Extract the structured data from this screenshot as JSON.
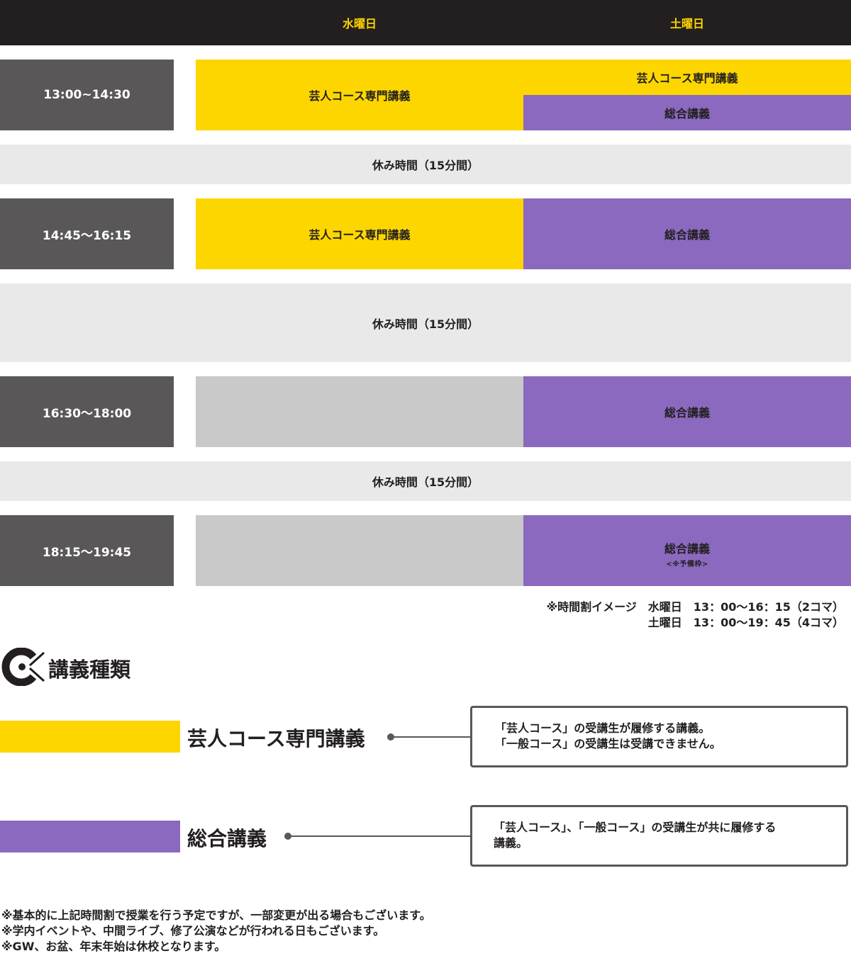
{
  "header": {
    "wednesday": "水曜日",
    "saturday": "土曜日"
  },
  "schedule": {
    "slot1": {
      "time": "13:00~14:30",
      "wednesday": "芸人コース専門講義",
      "saturday_top": "芸人コース専門講義",
      "saturday_bottom": "総合講義"
    },
    "break1": "休み時間（15分間）",
    "slot2": {
      "time": "14:45〜16:15",
      "wednesday": "芸人コース専門講義",
      "saturday": "総合講義"
    },
    "break2": "休み時間（15分間）",
    "slot3": {
      "time": "16:30〜18:00",
      "wednesday": "",
      "saturday": "総合講義"
    },
    "break3": "休み時間（15分間）",
    "slot4": {
      "time": "18:15〜19:45",
      "wednesday": "",
      "saturday": "総合講義",
      "saturday_note": "<※予備枠>"
    }
  },
  "timetable_note": {
    "line1": "※時間割イメージ　水曜日　13：00〜16：15（2コマ）",
    "line2": "土曜日　13：00〜19：45（4コマ）"
  },
  "section": {
    "title": "講義種類",
    "logo_icon": "brand-logo-icon"
  },
  "lectures": [
    {
      "name": "芸人コース専門講義",
      "color": "#fdd600",
      "desc_line1": "「芸人コース」の受講生が履修する講義。",
      "desc_line2": "「一般コース」の受講生は受講できません。"
    },
    {
      "name": "総合講義",
      "color": "#8a69bf",
      "desc_line1": "「芸人コース」、「一般コース」の受講生が共に履修する",
      "desc_line2": "講義。"
    }
  ],
  "footnotes": [
    "※基本的に上記時間割で授業を行う予定ですが、一部変更が出る場合もございます。",
    "※学内イベントや、中間ライブ、修了公演などが行われる日もございます。",
    "※GW、お盆、年末年始は休校となります。"
  ],
  "colors": {
    "header_bg": "#231f20",
    "day_label": "#fdd500",
    "time_bg": "#595757",
    "yellow": "#fdd600",
    "purple": "#8a69bf",
    "empty_slot": "#c9c9c9",
    "break_bg": "#e9e9e9"
  }
}
